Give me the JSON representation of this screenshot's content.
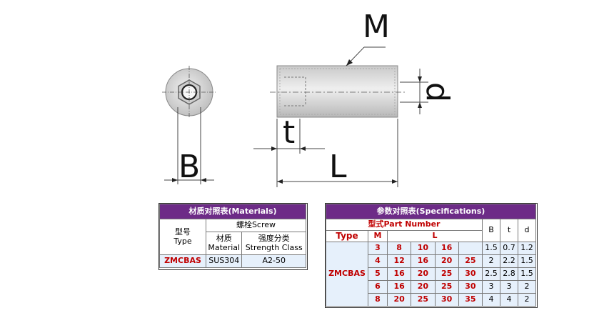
{
  "drawing": {
    "labels": {
      "M": "M",
      "d": "d",
      "t": "t",
      "L": "L",
      "B": "B"
    }
  },
  "materials": {
    "title": "材质对照表(Materials)",
    "type_header": "型号\nType",
    "screw_header": "螺栓Screw",
    "material_header": "材质\nMaterial",
    "strength_header": "强度分类\nStrength Class",
    "type_value": "ZMCBAS",
    "material_value": "SUS304",
    "strength_value": "A2-50"
  },
  "specifications": {
    "title": "参数对照表(Specifications)",
    "part_number_header": "型式Part Number",
    "type_header": "Type",
    "m_header": "M",
    "l_header": "L",
    "b_header": "B",
    "t_header": "t",
    "d_header": "d",
    "type_value": "ZMCBAS",
    "rows": [
      {
        "M": "3",
        "L": [
          "8",
          "10",
          "16",
          ""
        ],
        "B": "1.5",
        "t": "0.7",
        "d": "1.2"
      },
      {
        "M": "4",
        "L": [
          "12",
          "16",
          "20",
          "25"
        ],
        "B": "2",
        "t": "2.2",
        "d": "1.5"
      },
      {
        "M": "5",
        "L": [
          "16",
          "20",
          "25",
          "30"
        ],
        "B": "2.5",
        "t": "2.8",
        "d": "1.5"
      },
      {
        "M": "6",
        "L": [
          "16",
          "20",
          "25",
          "30"
        ],
        "B": "3",
        "t": "3",
        "d": "2"
      },
      {
        "M": "8",
        "L": [
          "20",
          "25",
          "30",
          "35"
        ],
        "B": "4",
        "t": "4",
        "d": "2"
      }
    ]
  }
}
